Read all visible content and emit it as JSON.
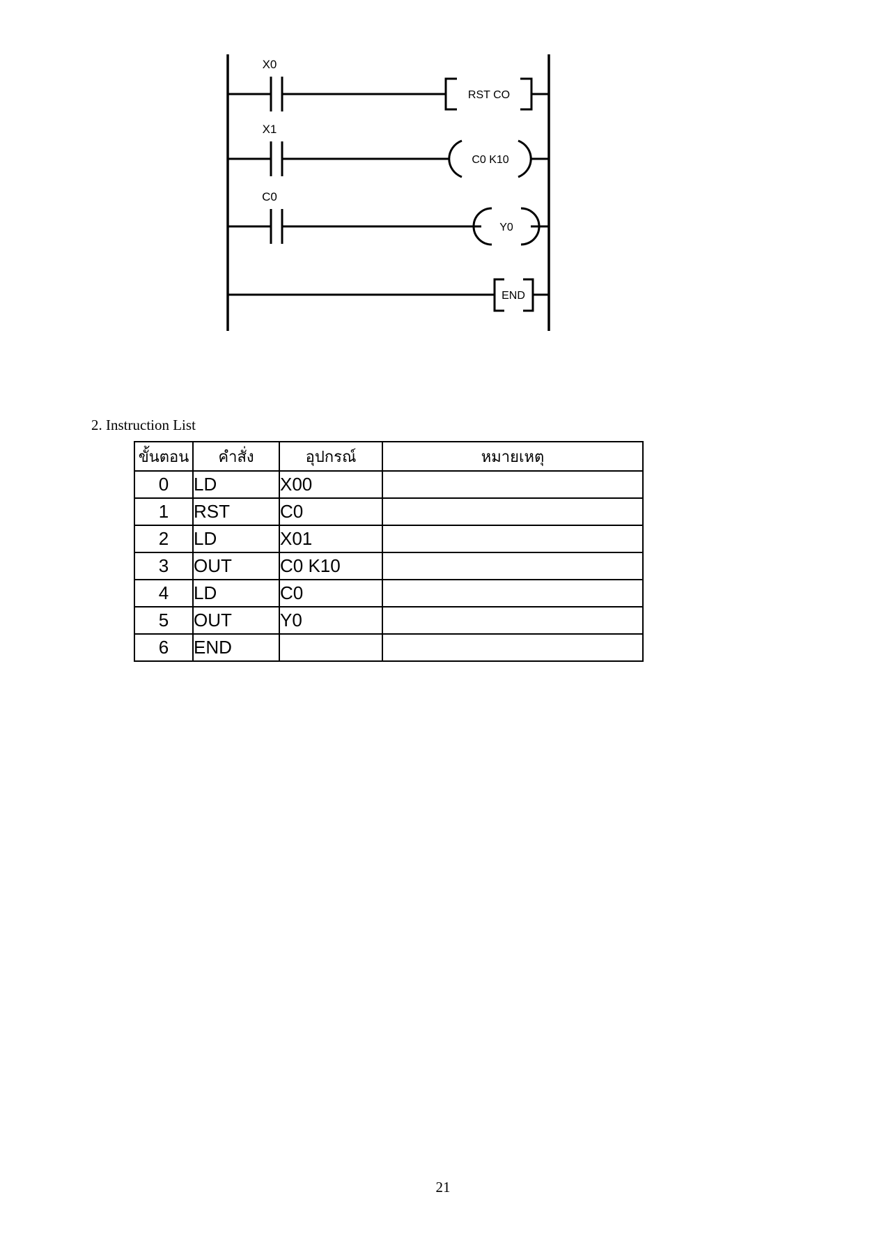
{
  "ladder": {
    "name": "ladder-diagram",
    "rungs": [
      {
        "id": "rung-0",
        "contact_label": "X0",
        "contact_type": "normally-open-contact",
        "output_type": "bracket-instruction",
        "output_label": "RST CO"
      },
      {
        "id": "rung-1",
        "contact_label": "X1",
        "contact_type": "normally-open-contact",
        "output_type": "coil",
        "output_label": "C0 K10"
      },
      {
        "id": "rung-2",
        "contact_label": "C0",
        "contact_type": "normally-open-contact",
        "output_type": "coil",
        "output_label": "Y0"
      },
      {
        "id": "rung-3",
        "contact_label": "",
        "contact_type": "none",
        "output_type": "bracket-instruction",
        "output_label": "END"
      }
    ]
  },
  "caption": {
    "instruction_list": "2. Instruction List"
  },
  "table": {
    "headers": [
      "ขั้นตอน",
      "คำสั่ง",
      "อุปกรณ์",
      "หมายเหตุ"
    ],
    "rows": [
      {
        "step": "0",
        "instruction": "LD",
        "device": "X00",
        "remark": ""
      },
      {
        "step": "1",
        "instruction": "RST",
        "device": "C0",
        "remark": ""
      },
      {
        "step": "2",
        "instruction": "LD",
        "device": "X01",
        "remark": ""
      },
      {
        "step": "3",
        "instruction": "OUT",
        "device": "C0  K10",
        "remark": ""
      },
      {
        "step": "4",
        "instruction": "LD",
        "device": "C0",
        "remark": ""
      },
      {
        "step": "5",
        "instruction": "OUT",
        "device": "Y0",
        "remark": ""
      },
      {
        "step": "6",
        "instruction": "END",
        "device": "",
        "remark": ""
      }
    ]
  },
  "footer": {
    "page_number": "21"
  },
  "colors": {
    "ink": "#000000",
    "paper": "#ffffff"
  }
}
